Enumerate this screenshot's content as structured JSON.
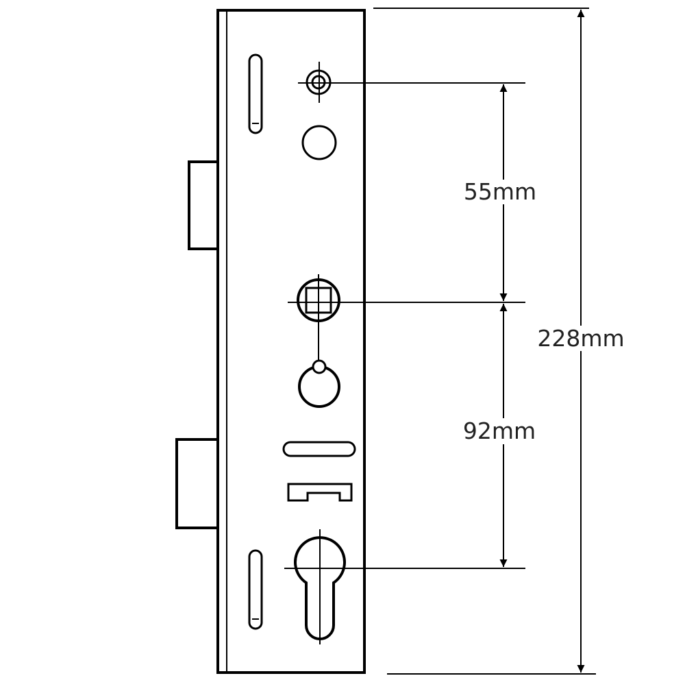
{
  "diagram": {
    "dimensions": {
      "top_to_spindle": "55mm",
      "spindle_to_cylinder": "92mm",
      "overall_height": "228mm"
    },
    "colors": {
      "line": "#000000",
      "background": "#ffffff",
      "label": "#222222"
    }
  }
}
